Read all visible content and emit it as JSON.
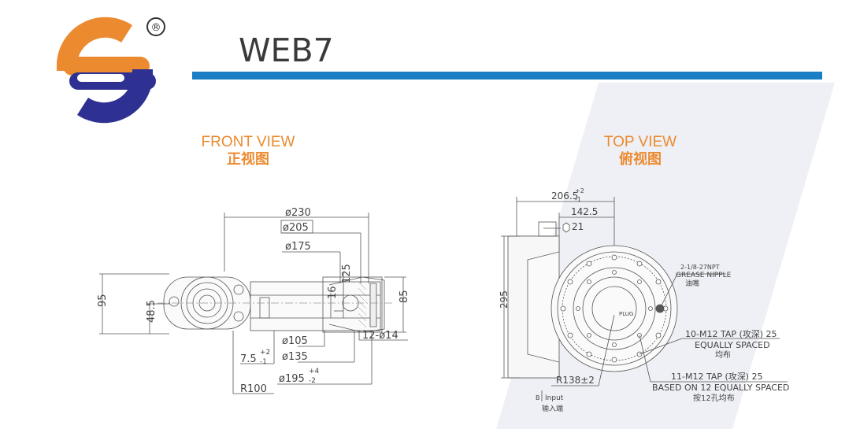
{
  "header": {
    "model": "WEB7",
    "registered_mark": "®",
    "brand_color": "#1a7ec4",
    "accent_color": "#ec8a2f",
    "logo_colors": [
      "#ec8a2f",
      "#2e3192"
    ]
  },
  "front_view": {
    "title_en": "FRONT VIEW",
    "title_cn": "正视图",
    "dims": {
      "d230": "ø230",
      "d205": "ø205",
      "d175": "ø175",
      "h95": "95",
      "h48": "48.5",
      "h16": "16",
      "h125": "125",
      "h85": "85",
      "d105": "ø105",
      "d135": "ø135",
      "n12": "12-ø14",
      "d75": "7.5",
      "tol75_up": "+2",
      "tol75_dn": "-1",
      "d195": "ø195",
      "tol195_up": "+4",
      "tol195_dn": "-2",
      "r100": "R100"
    }
  },
  "top_view": {
    "title_en": "TOP VIEW",
    "title_cn": "俯视图",
    "dims": {
      "w206": "206.5",
      "tol206_up": "+2",
      "tol206_dn": "-1",
      "w142": "142.5",
      "hex21": "21",
      "h295": "295",
      "r138": "R138±2",
      "plug": "PLUG"
    },
    "notes": {
      "npt": "2-1/8-27NPT",
      "grease": "GREASE NIPPLE",
      "grease_cn": "油嘴",
      "tap10": "10-M12 TAP (攻深) 25",
      "tap10_b": "EQUALLY SPACED",
      "tap10_cn": "均布",
      "tap11": "11-M12 TAP (攻深) 25",
      "tap11_b": "BASED ON 12 EQUALLY SPACED",
      "tap11_cn": "按12孔均布",
      "input_b": "B",
      "input": "Input",
      "input_cn": "输入端"
    }
  }
}
